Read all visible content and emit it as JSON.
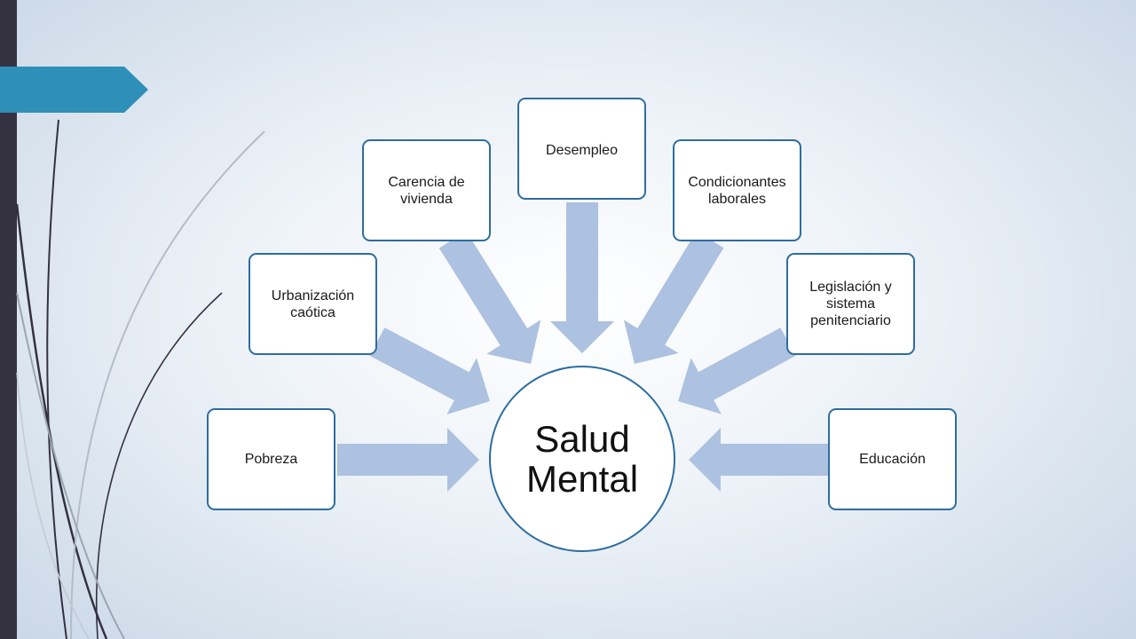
{
  "diagram": {
    "center_label": "Salud Mental",
    "factors": [
      {
        "id": "pobreza",
        "label": "Pobreza"
      },
      {
        "id": "urbanizacion",
        "label": "Urbanización caótica"
      },
      {
        "id": "vivienda",
        "label": "Carencia de vivienda"
      },
      {
        "id": "desempleo",
        "label": "Desempleo"
      },
      {
        "id": "laborales",
        "label": "Condicionantes laborales"
      },
      {
        "id": "legislacion",
        "label": "Legislación y sistema penitenciario"
      },
      {
        "id": "educacion",
        "label": "Educación"
      }
    ]
  },
  "colors": {
    "box_border": "#2e6da0",
    "arrow_fill": "#adc1e0",
    "accent_tab": "#2e8fb8",
    "sidebar": "#343141"
  }
}
